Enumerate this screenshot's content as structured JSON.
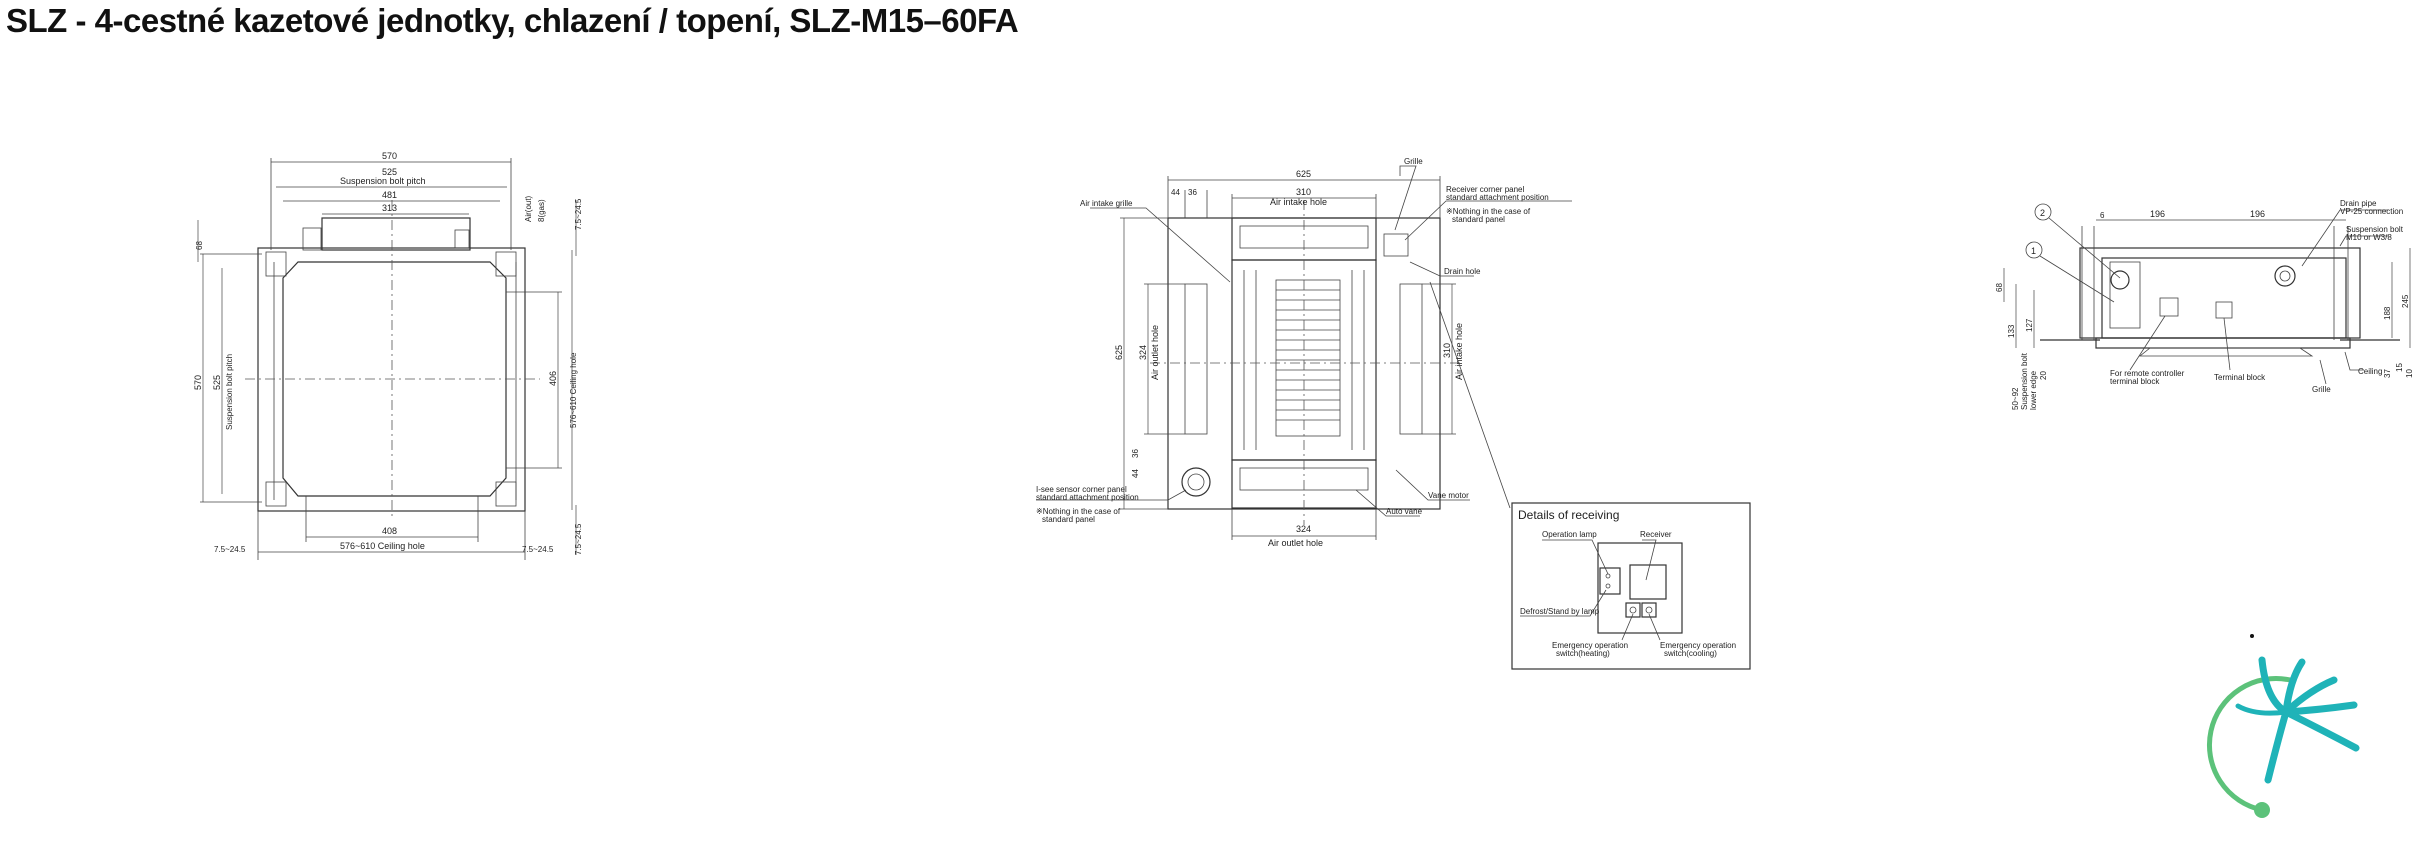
{
  "title": "SLZ - 4-cestné kazetové jednotky, chlazení / topení, SLZ-M15–60FA",
  "view1": {
    "dims": {
      "w570": "570",
      "suspension_pitch": "525",
      "suspension_label": "Suspension bolt pitch",
      "w481": "481",
      "w313": "313",
      "h68": "68",
      "air_outlet": "Air(out)",
      "eight_gas": "8(gas)",
      "r75_top": "7.5~24.5",
      "h570": "570",
      "h525": "525",
      "h_suspension_label": "Suspension bolt pitch",
      "h406": "406",
      "ceiling_hole_v": "576~610 Ceiling hole",
      "w408": "408",
      "ceiling_hole_h": "576~610 Ceiling hole",
      "left_75": "7.5~24.5",
      "right_75": "7.5~24.5",
      "bottom_75": "7.5~24.5"
    }
  },
  "view2": {
    "dims": {
      "w625": "625",
      "d44": "44",
      "d36": "36",
      "w310": "310",
      "air_intake_hole": "Air intake hole",
      "h625": "625",
      "h324": "324",
      "air_outlet_hole_v": "Air outlet hole",
      "h310": "310",
      "air_intake_hole_v": "Air intake hole",
      "d44b": "44",
      "d36b": "36",
      "w324": "324",
      "air_outlet_hole": "Air outlet hole"
    },
    "labels": {
      "grille": "Grille",
      "air_intake_grille": "Air intake grille",
      "receiver_panel_1": "Receiver corner panel",
      "receiver_panel_2": "standard attachment position",
      "receiver_note_1": "※Nothing in the case of",
      "receiver_note_2": "standard panel",
      "drain_hole": "Drain hole",
      "isee_1": "I-see sensor corner panel",
      "isee_2": "standard attachment position",
      "isee_note_1": "※Nothing in the case of",
      "isee_note_2": "standard panel",
      "vane_motor": "Vane motor",
      "auto_vane": "Auto vane"
    },
    "detail": {
      "title": "Details of receiving",
      "operation_lamp": "Operation lamp",
      "receiver": "Receiver",
      "defrost": "Defrost/Stand by lamp",
      "emg_heat_1": "Emergency operation",
      "emg_heat_2": "switch(heating)",
      "emg_cool_1": "Emergency operation",
      "emg_cool_2": "switch(cooling)"
    }
  },
  "view3": {
    "dims": {
      "d6": "6",
      "w196a": "196",
      "w196b": "196",
      "h68": "68",
      "h133": "133",
      "h127": "127",
      "h20": "20",
      "h188": "188",
      "h245": "245",
      "h37": "37",
      "h10": "10",
      "h15": "15",
      "susp_level_1": "50~92",
      "susp_level_2": "Suspension bolt",
      "susp_level_3": "lower edge"
    },
    "labels": {
      "c1": "1",
      "c2": "2",
      "drain_pipe_1": "Drain pipe",
      "drain_pipe_2": "VP-25 connection",
      "susp_bolt_1": "Suspension bolt",
      "susp_bolt_2": "M10 or W3/8",
      "remote_1": "For remote controller",
      "remote_2": "terminal block",
      "terminal_block": "Terminal block",
      "ceiling": "Ceiling",
      "grille": "Grille"
    }
  },
  "logo": {
    "name": "logo-swirl",
    "colors": [
      "#1fb3b8",
      "#5cc27a"
    ]
  }
}
